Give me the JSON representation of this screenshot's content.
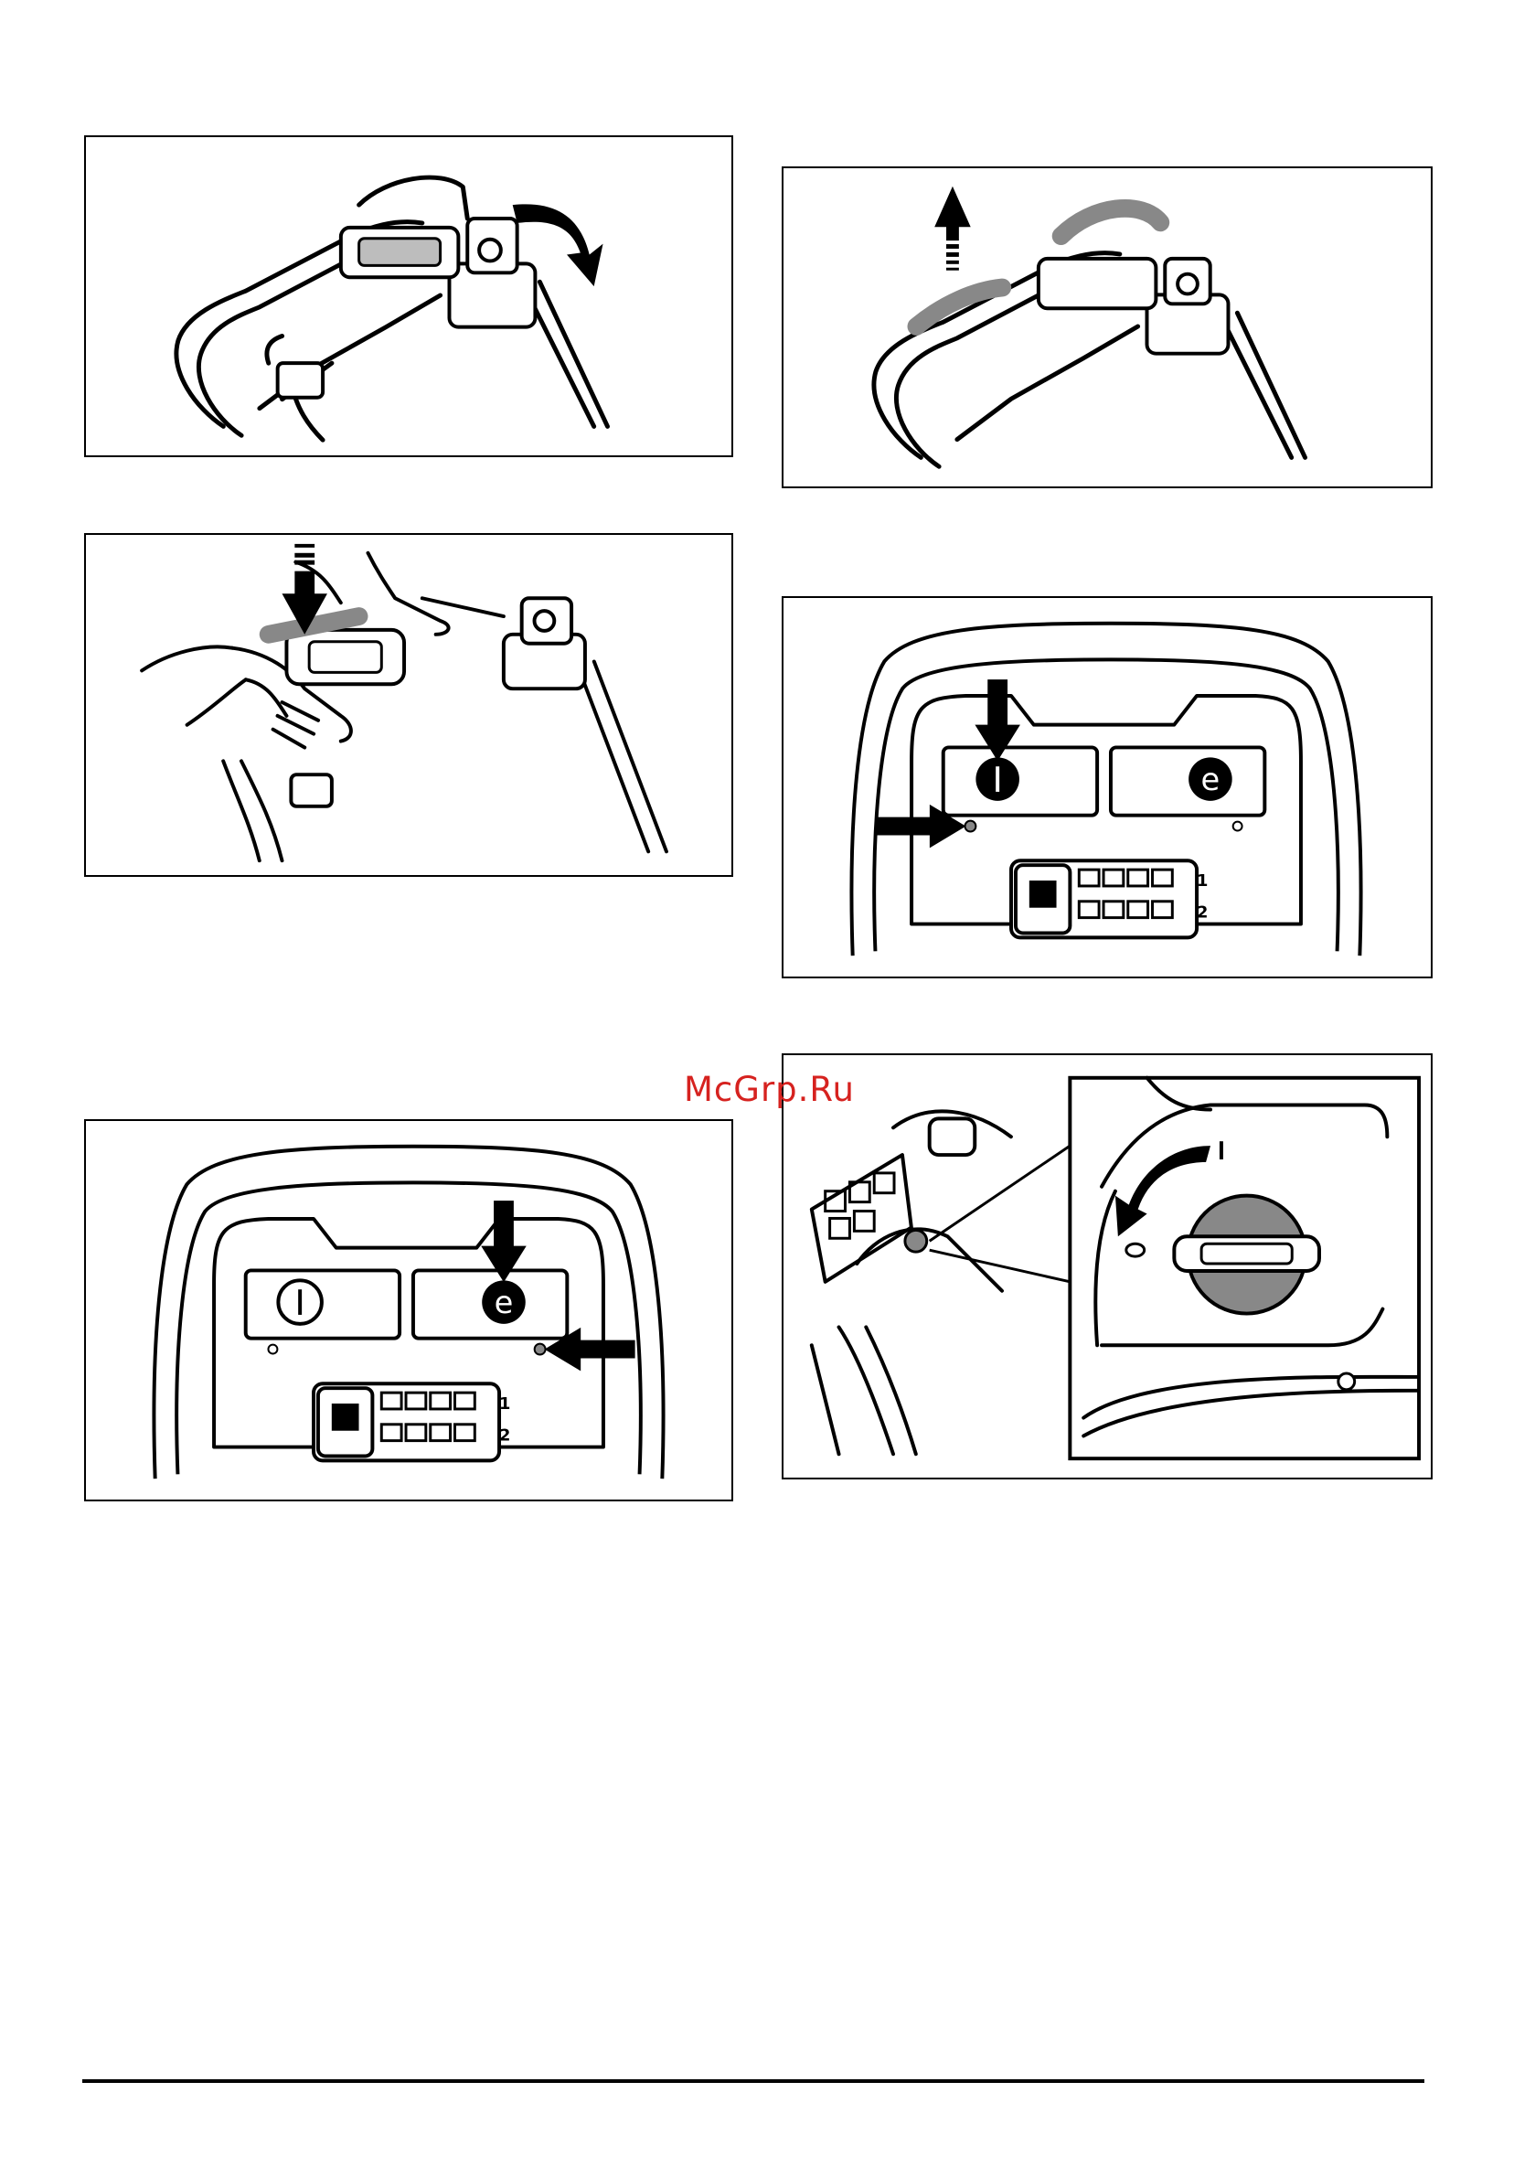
{
  "watermark": {
    "text": "McGrp.Ru",
    "color": "#d6221f"
  },
  "figures": {
    "fig_panel_right_top": {
      "row1_label": "1",
      "row2_label": "2"
    },
    "fig_panel_left_bottom": {
      "row1_label": "1",
      "row2_label": "2"
    }
  },
  "colors": {
    "line": "#000000",
    "grey": "#888888",
    "light_grey": "#bdbdbd"
  }
}
